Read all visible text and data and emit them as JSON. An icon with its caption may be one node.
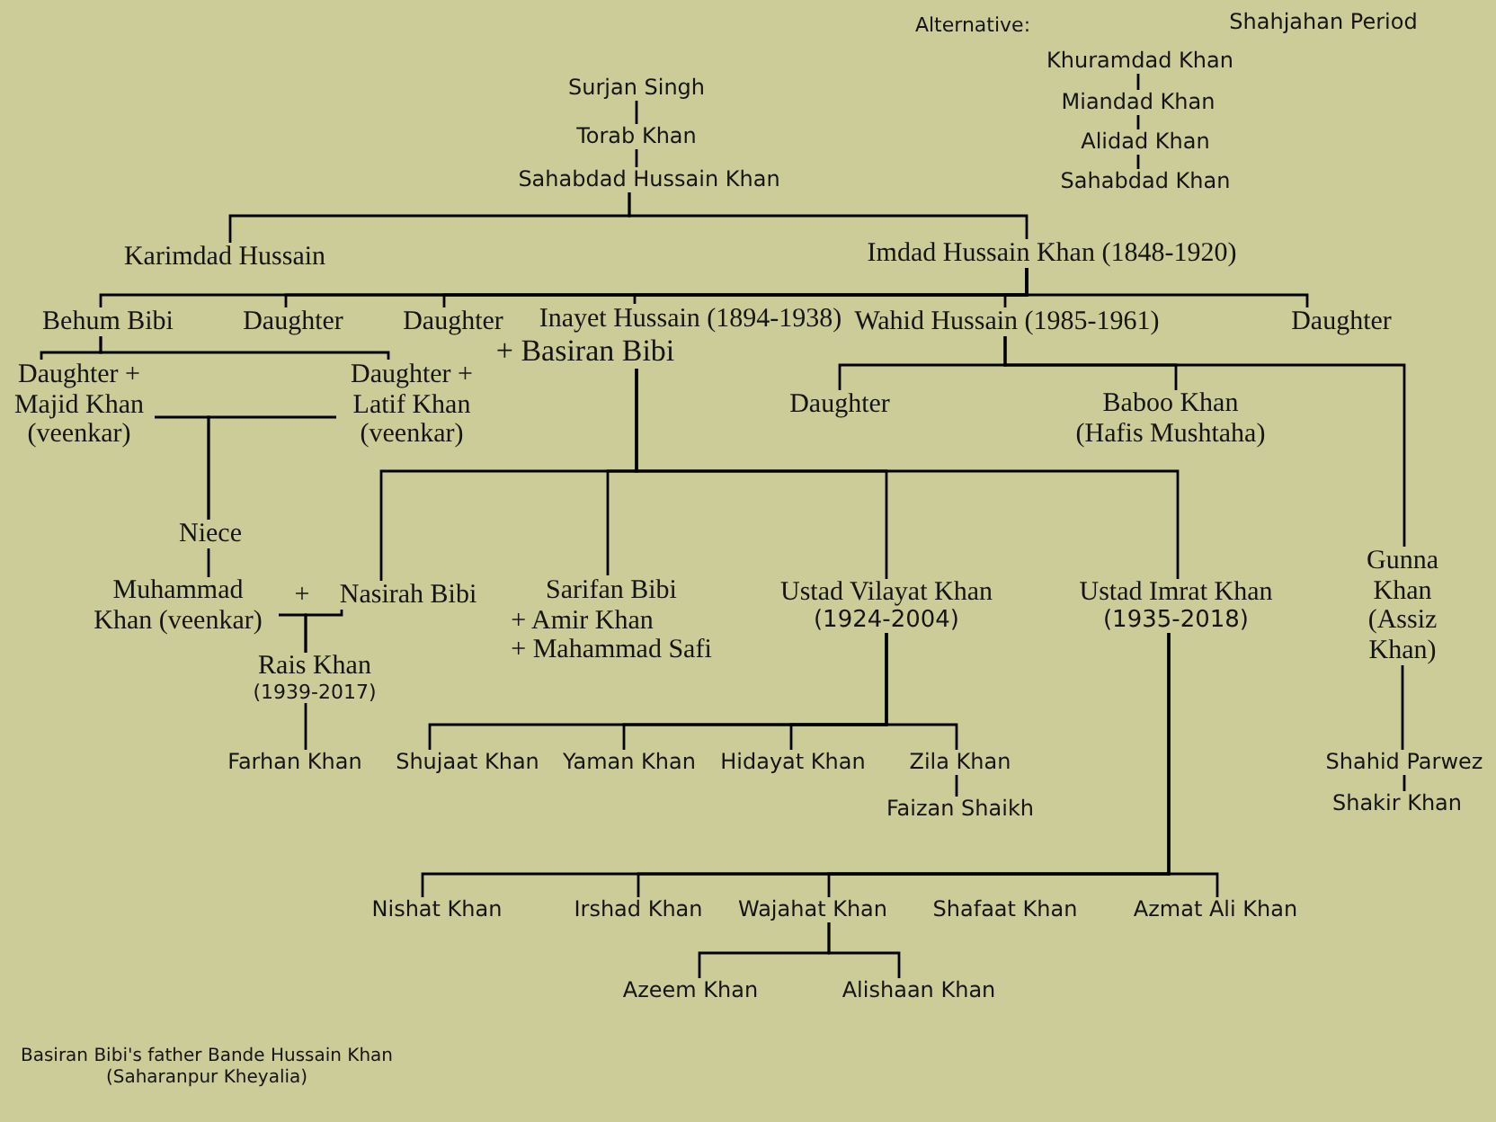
{
  "diagram": {
    "nodes": [
      {
        "text": [
          "Surjan Singh"
        ]
      },
      {
        "text": [
          "Torab Khan"
        ]
      },
      {
        "text": [
          "Sahabdad Hussain Khan"
        ]
      },
      {
        "text": [
          "Karimdad Hussain"
        ]
      },
      {
        "text": [
          "Imdad Hussain Khan (1848-1920)"
        ]
      },
      {
        "text": [
          "Behum Bibi"
        ]
      },
      {
        "text": [
          "Daughter"
        ]
      },
      {
        "text": [
          "Daughter"
        ]
      },
      {
        "text": [
          "Inayet Hussain (1894-1938)",
          "+ Basiran Bibi"
        ]
      },
      {
        "text": [
          "Wahid Hussain (1985-1961)"
        ]
      },
      {
        "text": [
          "Daughter"
        ]
      },
      {
        "text": [
          "Daughter + Majid Khan (veenkar)"
        ]
      },
      {
        "text": [
          "Daughter + Latif Khan (veenkar)"
        ]
      },
      {
        "text": [
          "Daughter"
        ]
      },
      {
        "text": [
          "Baboo Khan (Hafis Mushtaha)"
        ]
      },
      {
        "text": [
          "Niece"
        ]
      },
      {
        "text": [
          "Muhammad Khan (veenkar)"
        ]
      },
      {
        "text": [
          "Nasirah Bibi"
        ]
      },
      {
        "text": [
          "Sarifan Bibi",
          "+ Amir Khan",
          "+ Mahammad Safi"
        ]
      },
      {
        "text": [
          "Ustad Vilayat Khan",
          "(1924-2004)"
        ]
      },
      {
        "text": [
          "Ustad Imrat Khan",
          "(1935-2018)"
        ]
      },
      {
        "text": [
          "Gunna Khan (Assiz Khan)"
        ]
      },
      {
        "text": [
          "Rais Khan",
          "(1939-2017)"
        ]
      },
      {
        "text": [
          "Farhan Khan"
        ]
      },
      {
        "text": [
          "Shujaat Khan"
        ]
      },
      {
        "text": [
          "Yaman Khan"
        ]
      },
      {
        "text": [
          "Hidayat Khan"
        ]
      },
      {
        "text": [
          "Zila Khan"
        ]
      },
      {
        "text": [
          "Faizan Shaikh"
        ]
      },
      {
        "text": [
          "Shahid Parwez"
        ]
      },
      {
        "text": [
          "Shakir Khan"
        ]
      },
      {
        "text": [
          "Nishat Khan"
        ]
      },
      {
        "text": [
          "Irshad Khan"
        ]
      },
      {
        "text": [
          "Wajahat Khan"
        ]
      },
      {
        "text": [
          "Shafaat Khan"
        ]
      },
      {
        "text": [
          "Azmat Ali Khan"
        ]
      },
      {
        "text": [
          "Azeem Khan"
        ]
      },
      {
        "text": [
          "Alishaan Khan"
        ]
      },
      {
        "text": [
          "Khuramdad Khan"
        ]
      },
      {
        "text": [
          "Miandad Khan"
        ]
      },
      {
        "text": [
          "Alidad Khan"
        ]
      },
      {
        "text": [
          "Sahabdad Khan"
        ]
      }
    ],
    "edges": [
      {
        "from": 0,
        "to": 1,
        "arrow": "none"
      },
      {
        "from": 1,
        "to": 2,
        "arrow": "none"
      },
      {
        "from": 2,
        "to": 3,
        "arrow": "none"
      },
      {
        "from": 2,
        "to": 4,
        "arrow": "none"
      },
      {
        "from": 4,
        "to": 5,
        "arrow": "none"
      },
      {
        "from": 4,
        "to": 6,
        "arrow": "none"
      },
      {
        "from": 4,
        "to": 7,
        "arrow": "none"
      },
      {
        "from": 4,
        "to": 8,
        "arrow": "none"
      },
      {
        "from": 4,
        "to": 9,
        "arrow": "none"
      },
      {
        "from": 4,
        "to": 10,
        "arrow": "none"
      },
      {
        "from": 5,
        "to": 11,
        "arrow": "none"
      },
      {
        "from": 5,
        "to": 12,
        "arrow": "none"
      },
      {
        "from": 11,
        "to": 15,
        "arrow": "none"
      },
      {
        "from": 12,
        "to": 15,
        "arrow": "none"
      },
      {
        "from": 15,
        "to": 16,
        "arrow": "none"
      },
      {
        "from": 16,
        "to": 22,
        "arrow": "none"
      },
      {
        "from": 17,
        "to": 22,
        "arrow": "none"
      },
      {
        "from": 8,
        "to": 17,
        "arrow": "none"
      },
      {
        "from": 8,
        "to": 18,
        "arrow": "none"
      },
      {
        "from": 8,
        "to": 19,
        "arrow": "none"
      },
      {
        "from": 8,
        "to": 20,
        "arrow": "none"
      },
      {
        "from": 9,
        "to": 13,
        "arrow": "none"
      },
      {
        "from": 9,
        "to": 14,
        "arrow": "none"
      },
      {
        "from": 9,
        "to": 21,
        "arrow": "none"
      },
      {
        "from": 22,
        "to": 23,
        "arrow": "none"
      },
      {
        "from": 19,
        "to": 24,
        "arrow": "none"
      },
      {
        "from": 19,
        "to": 25,
        "arrow": "none"
      },
      {
        "from": 19,
        "to": 26,
        "arrow": "none"
      },
      {
        "from": 19,
        "to": 27,
        "arrow": "none"
      },
      {
        "from": 27,
        "to": 28,
        "arrow": "none"
      },
      {
        "from": 21,
        "to": 29,
        "arrow": "none"
      },
      {
        "from": 29,
        "to": 30,
        "arrow": "none"
      },
      {
        "from": 20,
        "to": 31,
        "arrow": "none"
      },
      {
        "from": 20,
        "to": 32,
        "arrow": "none"
      },
      {
        "from": 20,
        "to": 33,
        "arrow": "none"
      },
      {
        "from": 20,
        "to": 35,
        "arrow": "none"
      },
      {
        "from": 33,
        "to": 36,
        "arrow": "none"
      },
      {
        "from": 33,
        "to": 37,
        "arrow": "none"
      },
      {
        "from": 38,
        "to": 39,
        "arrow": "none"
      },
      {
        "from": 39,
        "to": 40,
        "arrow": "none"
      },
      {
        "from": 40,
        "to": 41,
        "arrow": "none"
      }
    ],
    "labels": [
      "Alternative:",
      "Shahjahan Period",
      "+",
      "Basiran Bibi's father Bande Hussain Khan (Saharanpur Kheyalia)"
    ]
  }
}
